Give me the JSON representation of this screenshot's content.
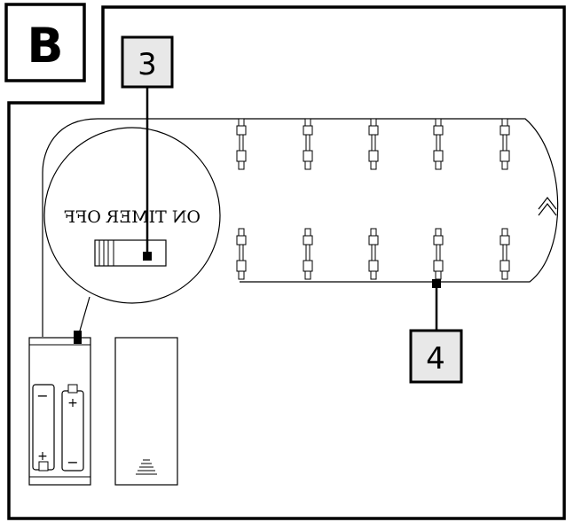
{
  "panel": {
    "label": "B"
  },
  "callouts": [
    {
      "number": "3",
      "target": "timer-switch"
    },
    {
      "number": "4",
      "target": "light-string-wire"
    }
  ],
  "switch_box": {
    "mirrored_text": "ON TIMER OFF"
  },
  "battery_box": {
    "left_cell": {
      "top_terminal": "−",
      "bottom_terminal": "+"
    },
    "right_cell": {
      "top_terminal": "+",
      "bottom_terminal": "−"
    }
  },
  "icons": [
    "direction-chevron-icon",
    "grip-lines-icon"
  ],
  "colors": {
    "line": "#000000",
    "callout_fill": "#e8e8e8",
    "background": "#ffffff"
  }
}
